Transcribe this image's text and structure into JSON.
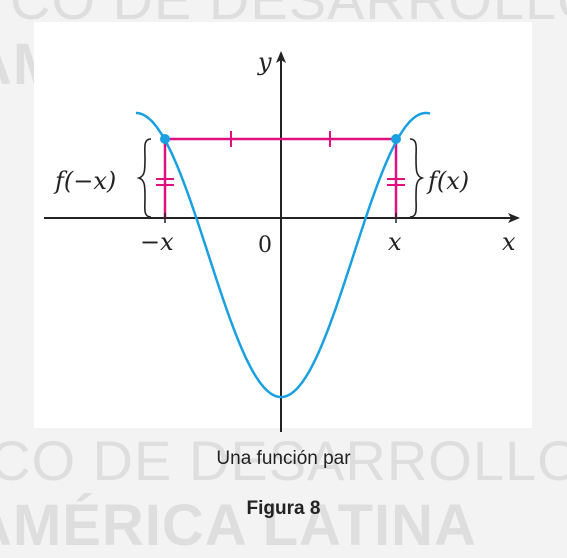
{
  "watermark": {
    "line1": "CO DE DESARROLLO",
    "line2": "AMÉRICA LATINA"
  },
  "figure": {
    "y_axis_label": "y",
    "x_axis_label": "x",
    "origin_label": "0",
    "left_tick_label": "−x",
    "right_tick_label": "x",
    "left_value_label": "f(−x)",
    "right_value_label": "f(x)"
  },
  "caption": {
    "subtitle": "Una función par",
    "title": "Figura 8"
  },
  "colors": {
    "curve": "#1aa0e0",
    "highlight": "#e0117f",
    "axis": "#222222",
    "point": "#1aa0e0"
  }
}
